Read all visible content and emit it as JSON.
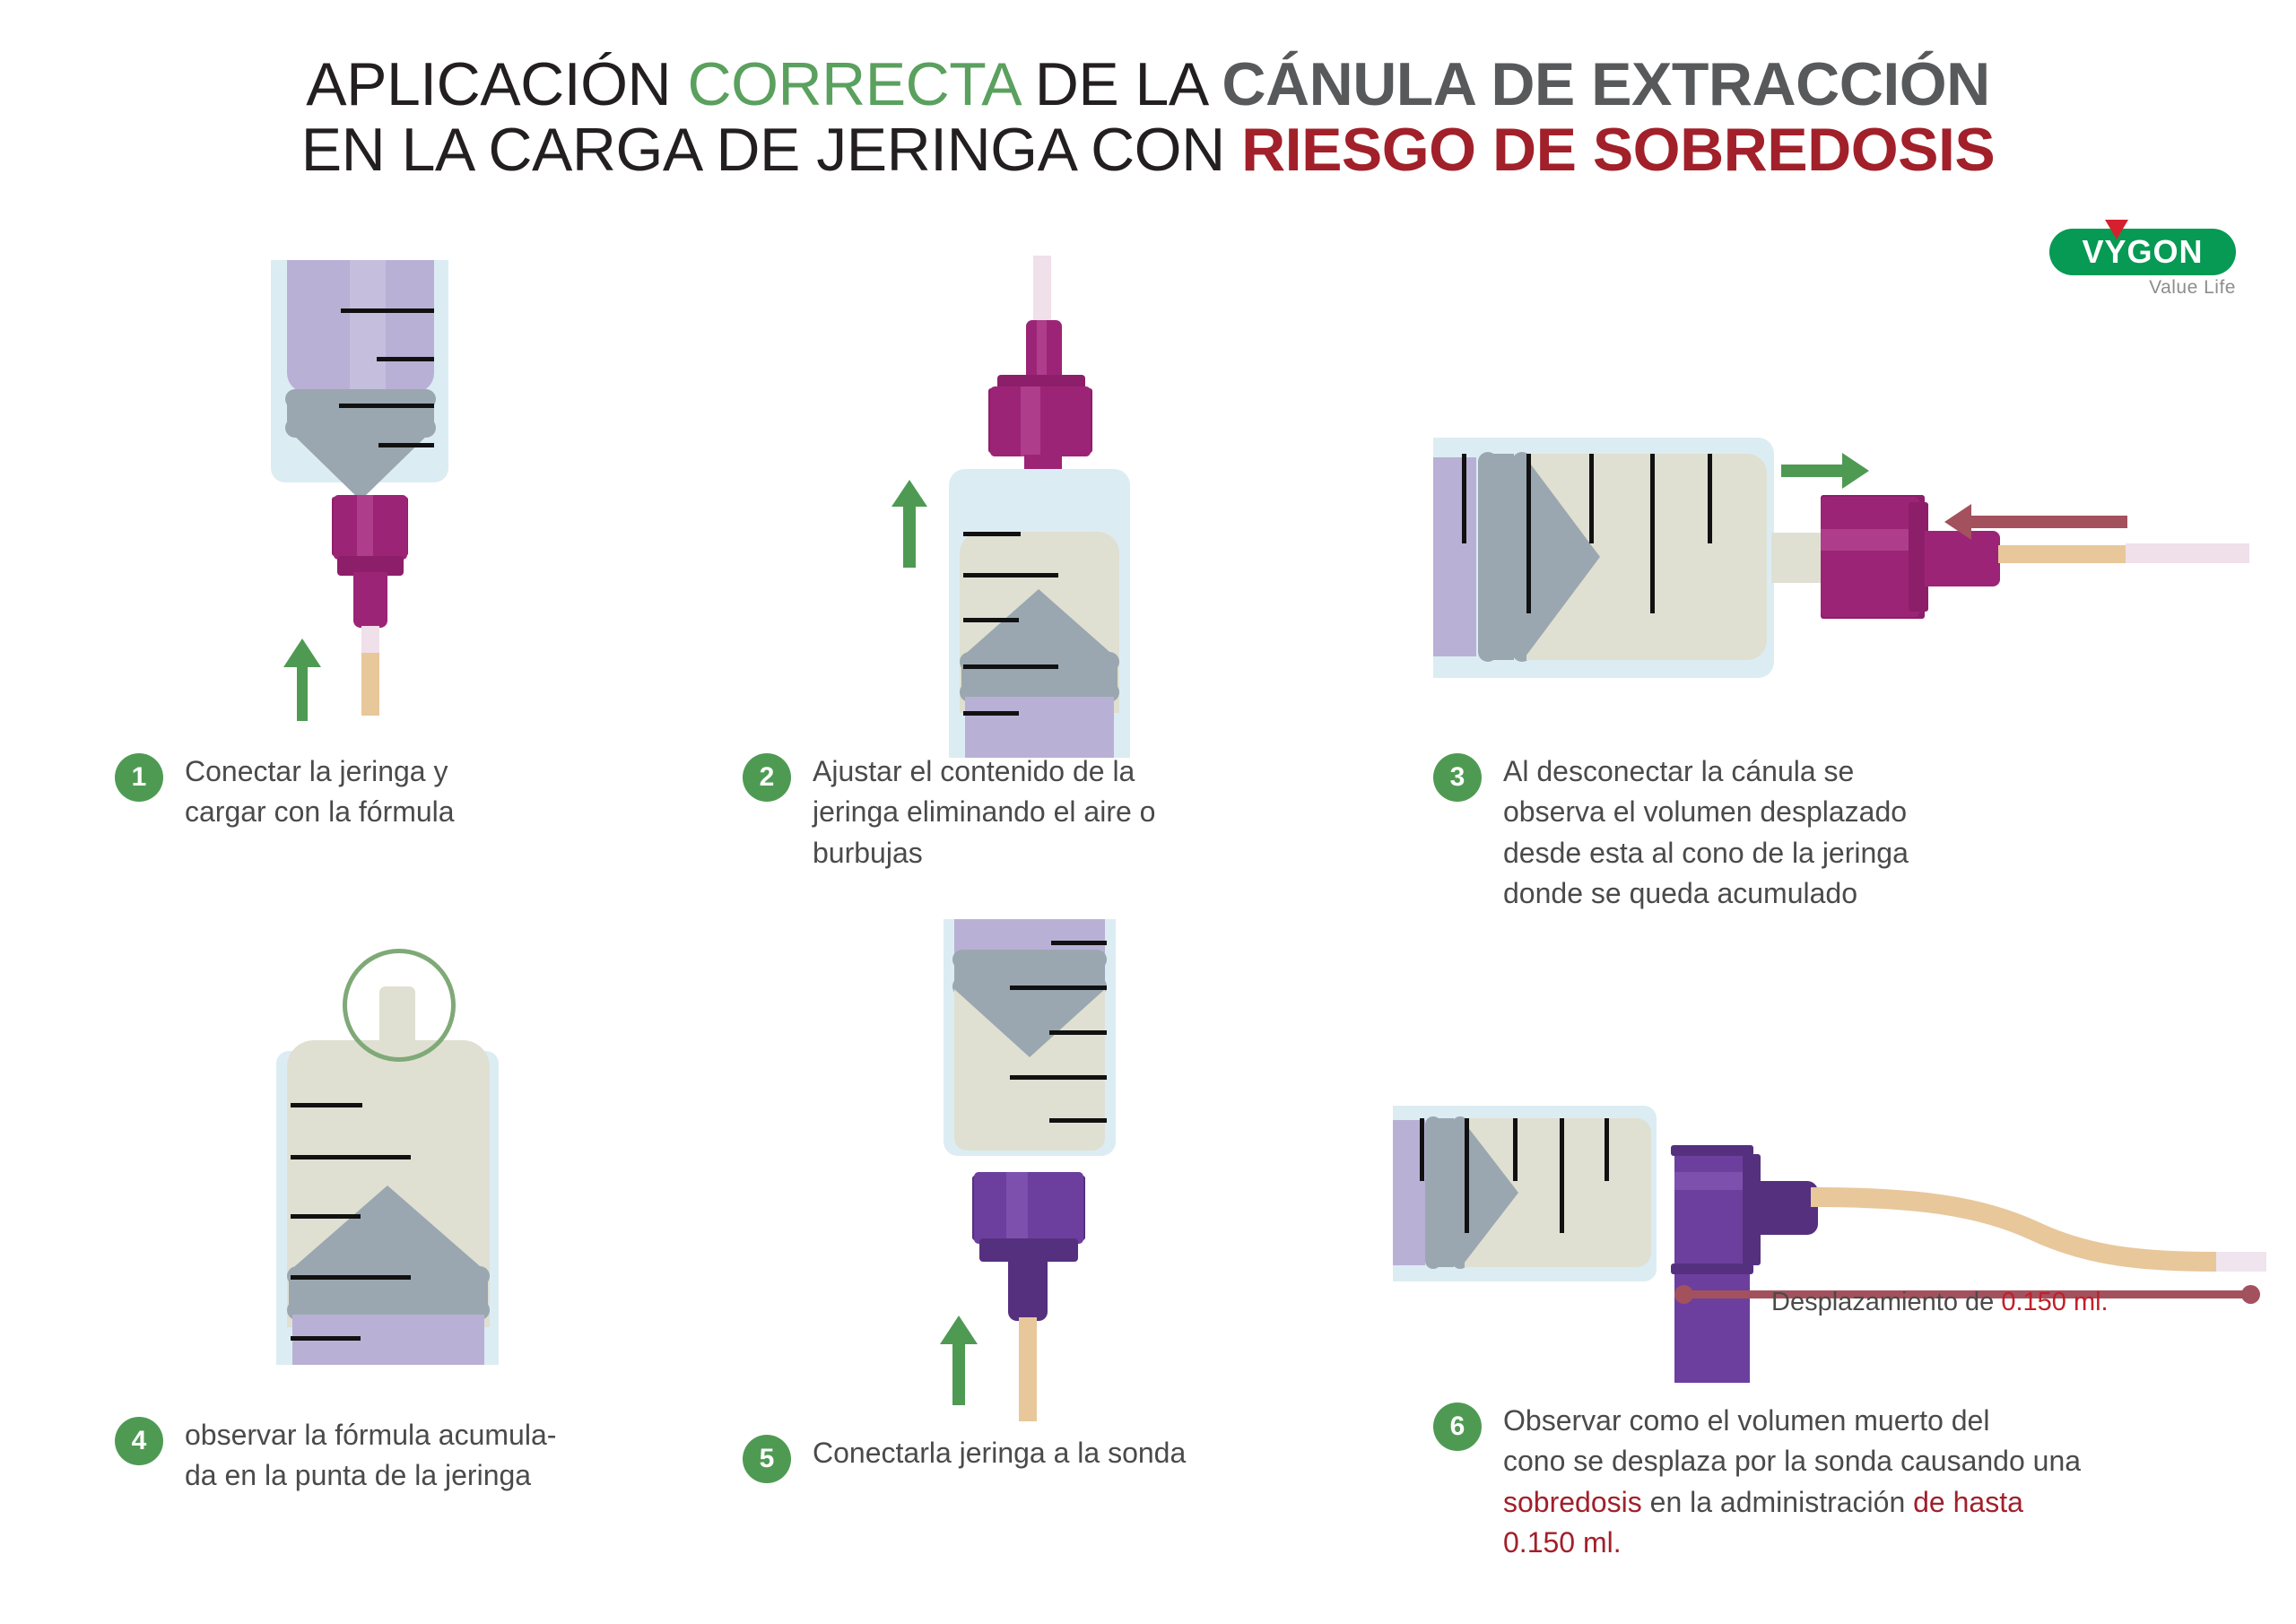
{
  "title": {
    "line1_part1": "APLICACIÓN ",
    "line1_green": "CORRECTA",
    "line1_part2": " DE LA ",
    "line1_gray": "CÁNULA DE EXTRACCIÓN",
    "line2_part1": "EN LA CARGA DE JERINGA CON ",
    "line2_red": "RIESGO DE SOBREDOSIS"
  },
  "logo": {
    "name": "VYGON",
    "tagline": "Value Life",
    "pill_color": "#069a54",
    "triangle_color": "#d7202e"
  },
  "colors": {
    "green_accent": "#4f9a53",
    "green_title": "#5aa05e",
    "red_accent": "#a1202a",
    "gray_title": "#58595b",
    "body_text": "#4a4a4a",
    "magenta_hub": "#9c2476",
    "purple_hub": "#6c3f9e",
    "measure_line": "#a4515e",
    "syringe_body": "#dcecf3",
    "fluid": "#dfe0d2",
    "plunger": "#b9b0d6",
    "piston": "#9aa7b0",
    "tube": "#e8c79a"
  },
  "steps": [
    {
      "number": "1",
      "text": "Conectar la jeringa y\ncargar con la fórmula"
    },
    {
      "number": "2",
      "text": "Ajustar el contenido de la\njeringa eliminando el aire o\nburbujas"
    },
    {
      "number": "3",
      "text": "Al desconectar la cánula se\nobserva el volumen desplazado\ndesde esta al cono de la jeringa\ndonde se queda acumulado"
    },
    {
      "number": "4",
      "text": "observar la fórmula acumula-\nda en la punta de la jeringa"
    },
    {
      "number": "5",
      "text": "Conectarla jeringa a la sonda"
    },
    {
      "number": "6",
      "text_before": "Observar como el volumen muerto del\ncono se desplaza por la sonda causando una\n",
      "text_hl1": "sobredosis",
      "text_mid": " en la administración ",
      "text_hl2": "de hasta\n0.150 ml."
    }
  ],
  "measurement": {
    "label_before": "Desplazamiento de ",
    "label_value": "0.150 ml."
  }
}
